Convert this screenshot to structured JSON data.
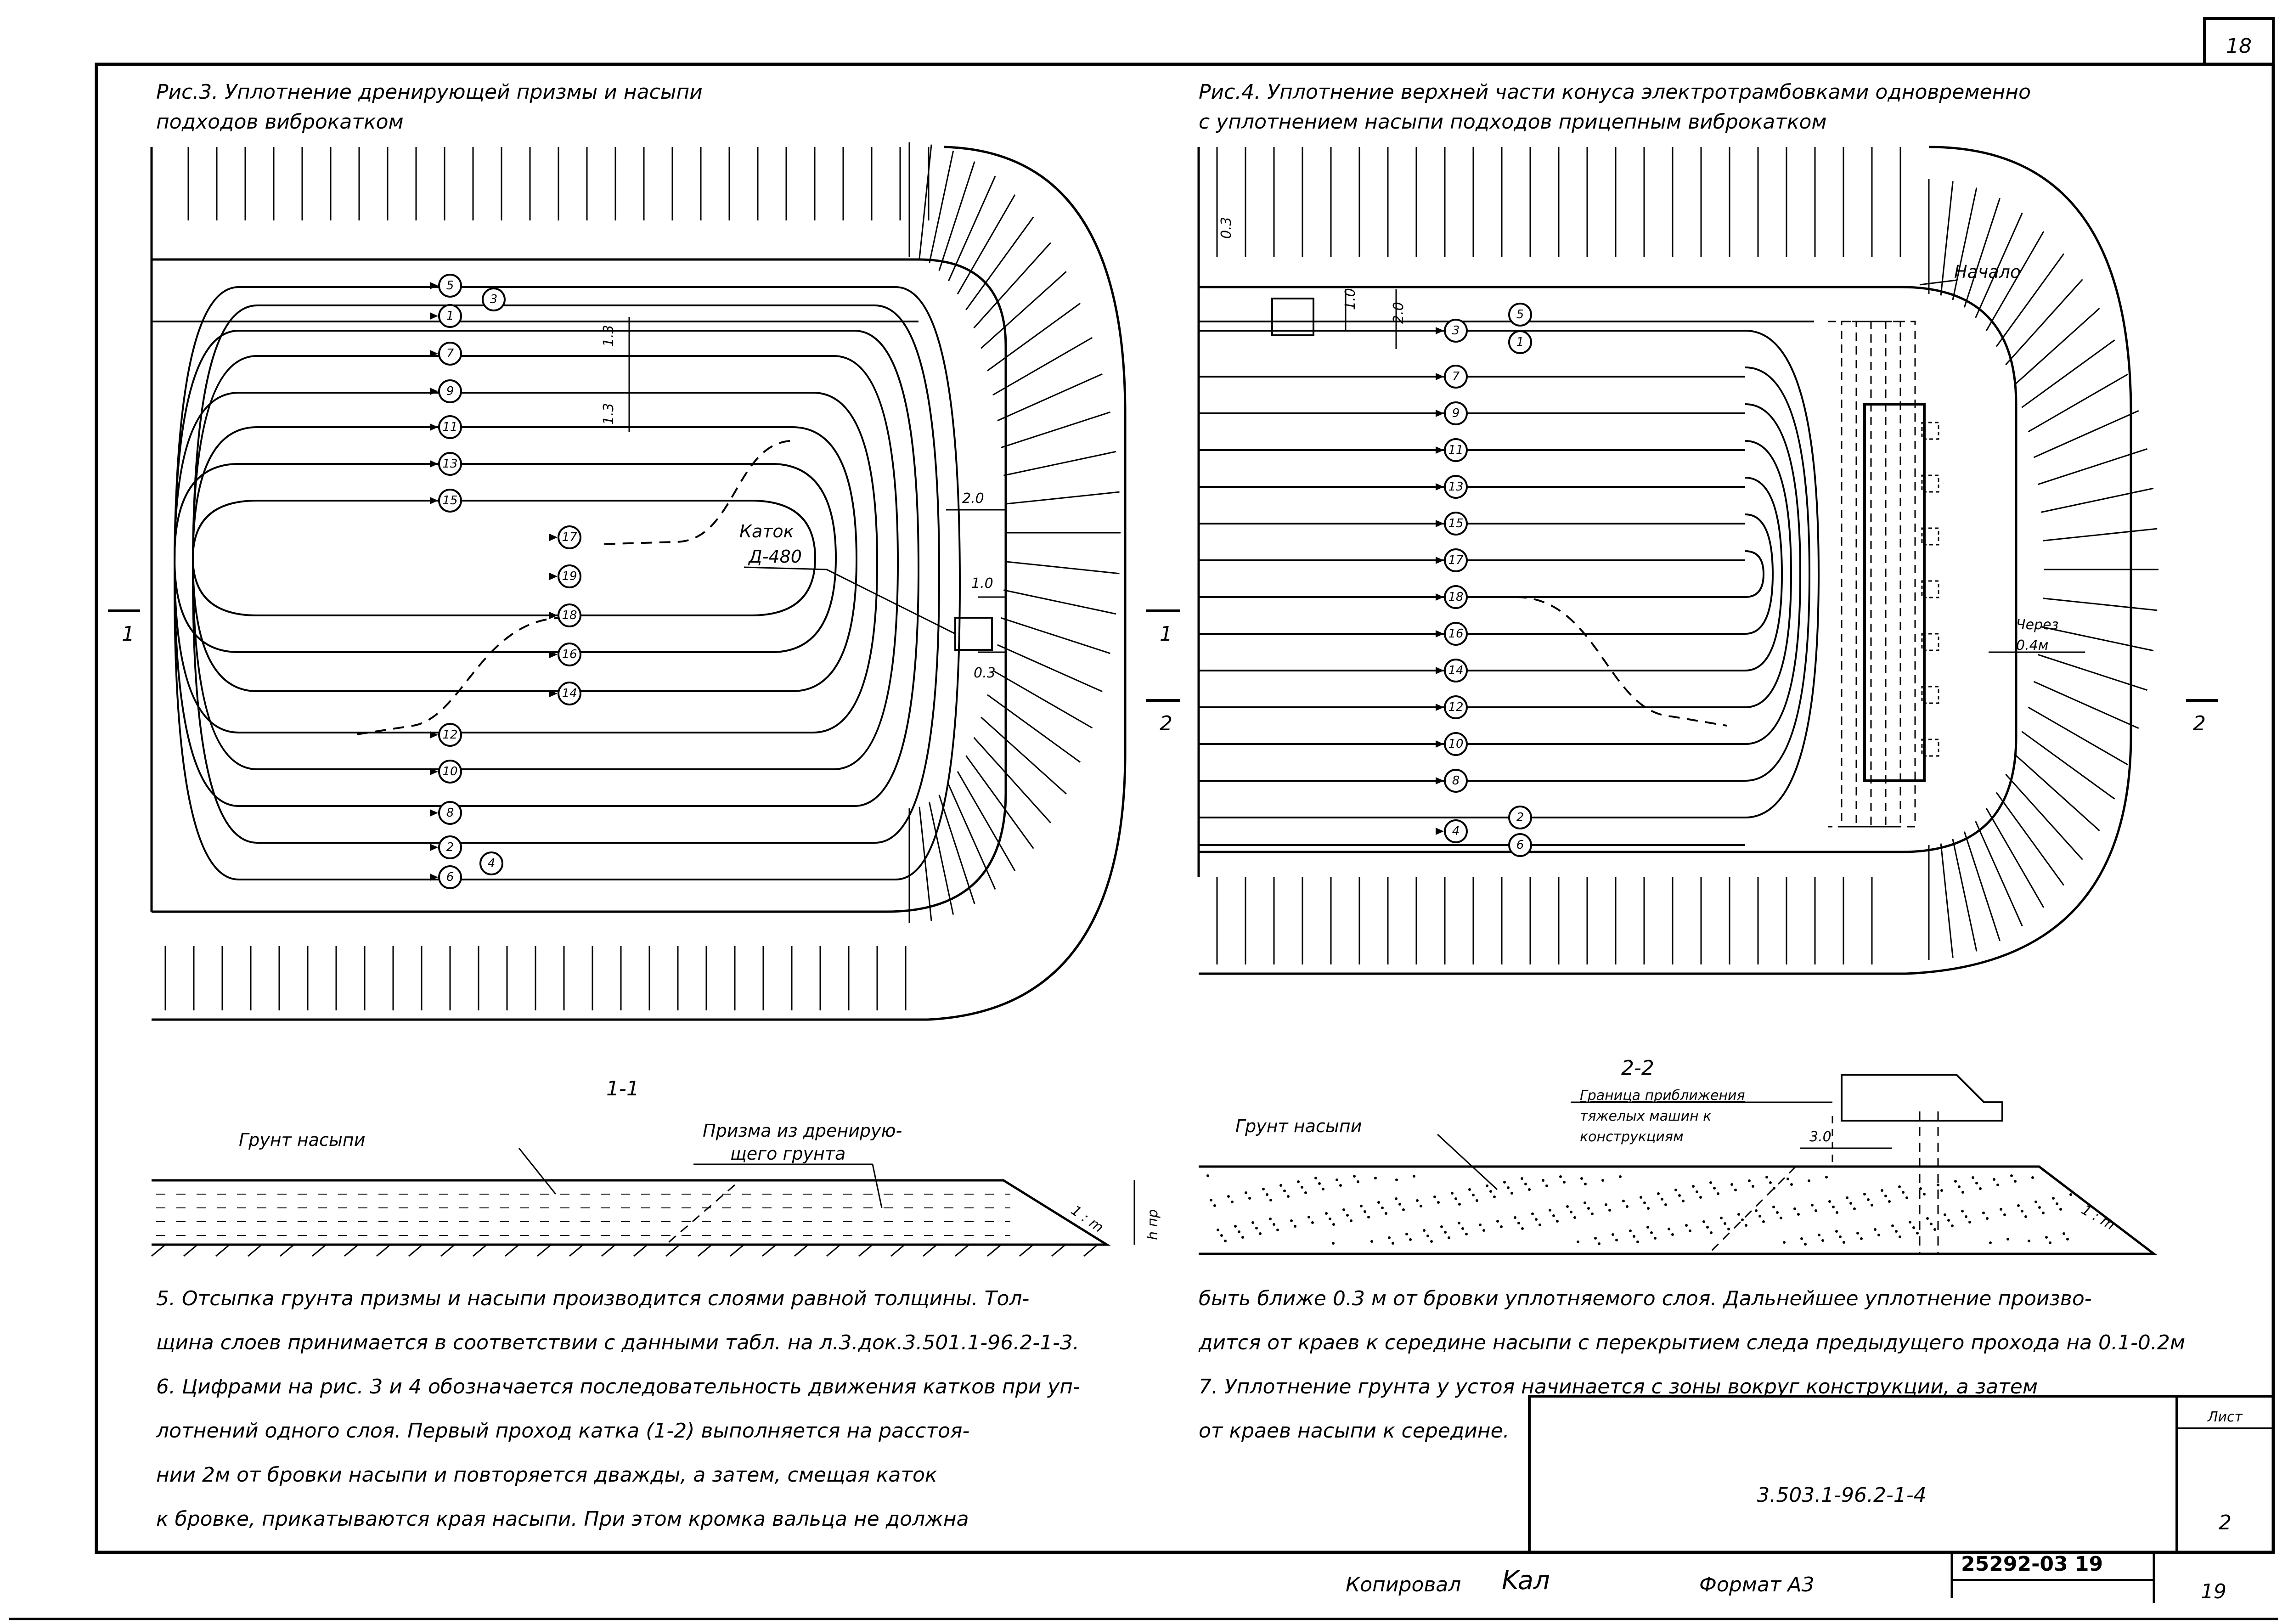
{
  "sheet": {
    "page_top": "18",
    "page_bottom": "19",
    "doc_code": "3.503.1-96.2-1-4",
    "sheet_label": "Лист",
    "sheet_no": "2",
    "copied_label": "Копировал",
    "copied_sign": "Kaл",
    "format_label": "Формат А3",
    "archive_no": "25292-03 19"
  },
  "fig3": {
    "title_line1": "Рис.3. Уплотнение дренирующей призмы и насыпи",
    "title_line2": "подходов виброкатком",
    "roller_line1": "Каток",
    "roller_line2": "Д-480",
    "dim_13a": "1.3",
    "dim_13b": "1.3",
    "dim_20": "2.0",
    "dim_10": "1.0",
    "dim_03": "0.3",
    "section_mark": "1",
    "passes_top": [
      "5",
      "1",
      "7",
      "9",
      "11",
      "13",
      "15",
      "17",
      "19",
      "18",
      "16",
      "14",
      "12",
      "10",
      "8",
      "2",
      "6"
    ],
    "passes_side": [
      "3",
      "4"
    ]
  },
  "fig4": {
    "title_line1": "Рис.4. Уплотнение верхней части конуса электротрамбовками одновременно",
    "title_line2": "с уплотнением насыпи подходов прицепным виброкатком",
    "start_label": "Начало",
    "through_line1": "Через",
    "through_line2": "0.4м",
    "dim_03": "0.3",
    "dim_10": "1.0",
    "dim_20": "2.0",
    "section_mark1": "1",
    "section_mark2": "2",
    "passes_left": [
      "3",
      "7",
      "9",
      "11",
      "13",
      "15",
      "17",
      "18",
      "16",
      "14",
      "12",
      "10",
      "8",
      "4"
    ],
    "passes_right": [
      "5",
      "1",
      "2",
      "6"
    ]
  },
  "section11": {
    "title": "1-1",
    "soil_label": "Грунт насыпи",
    "prism_line1": "Призма из дренирую-",
    "prism_line2": "щего грунта",
    "slope": "1 : m",
    "height": "h пр"
  },
  "section22": {
    "title": "2-2",
    "soil_label": "Грунт насыпи",
    "limit_line1": "Граница приближения",
    "limit_line2": "тяжелых машин к",
    "limit_line3": "конструкциям",
    "dim_30": "3.0",
    "slope": "1 : m"
  },
  "notes_left": "5. Отсыпка грунта призмы и насыпи производится слоями равной толщины. Тол-\nщина слоев принимается в соответствии с данными табл. на л.3.док.3.501.1-96.2-1-3.\n6. Цифрами на рис. 3 и 4 обозначается последовательность движения катков при уп-\nлотнений одного слоя. Первый проход катка (1-2) выполняется на расстоя-\nнии 2м от бровки насыпи и повторяется дважды, а затем, смещая каток\nк бровке, прикатываются края насыпи. При этом кромка вальца не должна",
  "notes_right": "быть ближе 0.3 м от бровки уплотняемого слоя. Дальнейшее уплотнение произво-\nдится от краев к середине насыпи с перекрытием следа предыдущего прохода на 0.1-0.2м\n7. Уплотнение грунта у устоя начинается с зоны вокруг конструкции, а затем\nот краев насыпи к середине."
}
